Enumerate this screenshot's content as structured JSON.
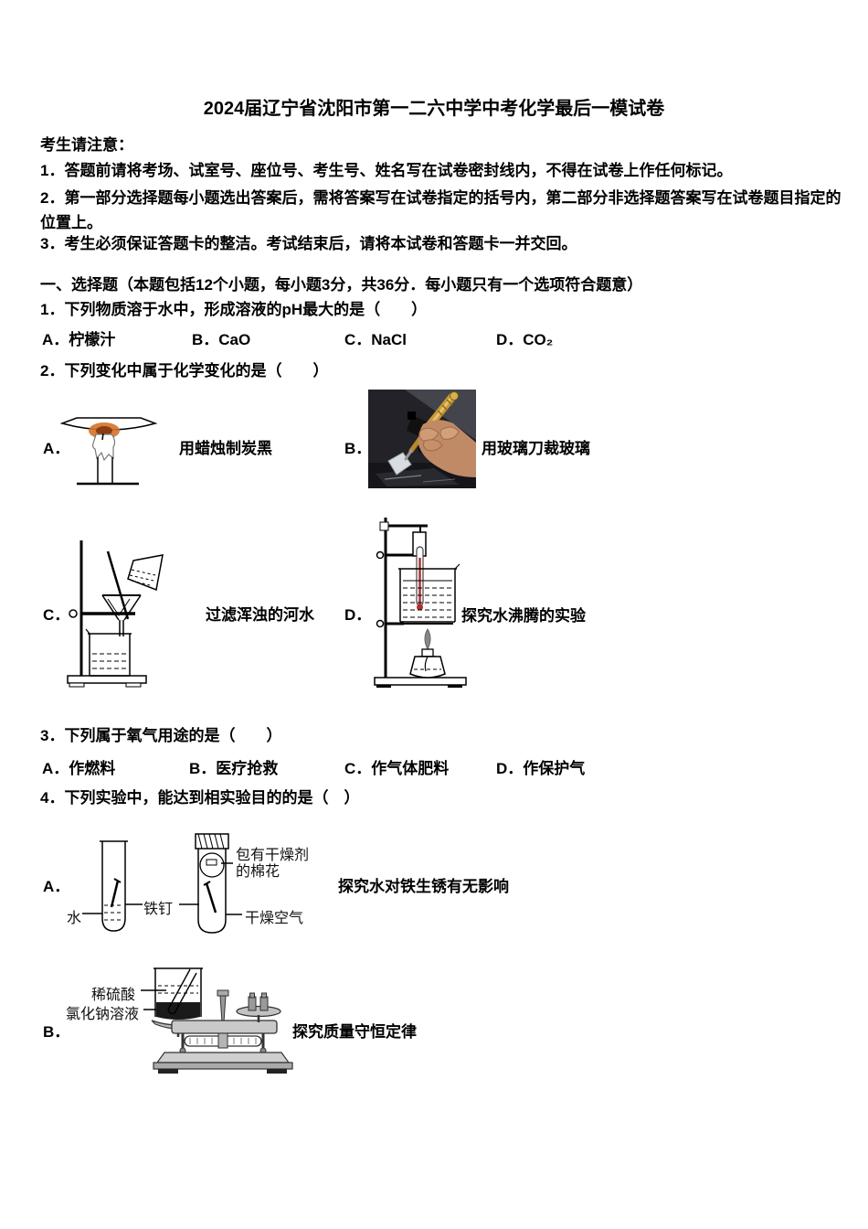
{
  "doc": {
    "title": "2024届辽宁省沈阳市第一二六中学中考化学最后一模试卷",
    "notice": {
      "heading": "考生请注意：",
      "items": [
        "1．答题前请将考场、试室号、座位号、考生号、姓名写在试卷密封线内，不得在试卷上作任何标记。",
        "2．第一部分选择题每小题选出答案后，需将答案写在试卷指定的括号内，第二部分非选择题答案写在试卷题目指定的位置上。",
        "3．考生必须保证答题卡的整洁。考试结束后，请将本试卷和答题卡一并交回。"
      ]
    },
    "section1": {
      "heading": "一、选择题（本题包括12个小题，每小题3分，共36分．每小题只有一个选项符合题意）"
    },
    "q1": {
      "stem": "1．下列物质溶于水中，形成溶液的pH最大的是（　　）",
      "options": [
        "A．柠檬汁",
        "B．CaO",
        "C．NaCl",
        "D．CO₂"
      ]
    },
    "q2": {
      "stem": "2．下列变化中属于化学变化的是（　　）",
      "items": [
        {
          "label": "A．",
          "caption": "用蜡烛制炭黑"
        },
        {
          "label": "B．",
          "caption": "用玻璃刀裁玻璃"
        },
        {
          "label": "C．",
          "caption": "过滤浑浊的河水"
        },
        {
          "label": "D．",
          "caption": "探究水沸腾的实验"
        }
      ]
    },
    "q3": {
      "stem": "3．下列属于氧气用途的是（　　）",
      "options": [
        "A．作燃料",
        "B．医疗抢救",
        "C．作气体肥料",
        "D．作保护气"
      ]
    },
    "q4": {
      "stem": "4．下列实验中，能达到相实验目的的是（　）",
      "expA": {
        "label": "A．",
        "caption": "探究水对铁生锈有无影响",
        "water_label": "水",
        "nail_label": "铁钉",
        "cotton_label_line1": "包有干燥剂",
        "cotton_label_line2": "的棉花",
        "dry_air_label": "干燥空气"
      },
      "expB": {
        "label": "B．",
        "caption": "探究质量守恒定律",
        "acid_label": "稀硫酸",
        "salt_label": "氯化钠溶液"
      }
    }
  },
  "colors": {
    "text": "#000000",
    "flame_orange": "#d4722a",
    "thermometer_red": "#b03030",
    "photo_background": "#222228",
    "photo_tool_gold": "#c79a35",
    "photo_hand_skin": "#c08a66"
  }
}
